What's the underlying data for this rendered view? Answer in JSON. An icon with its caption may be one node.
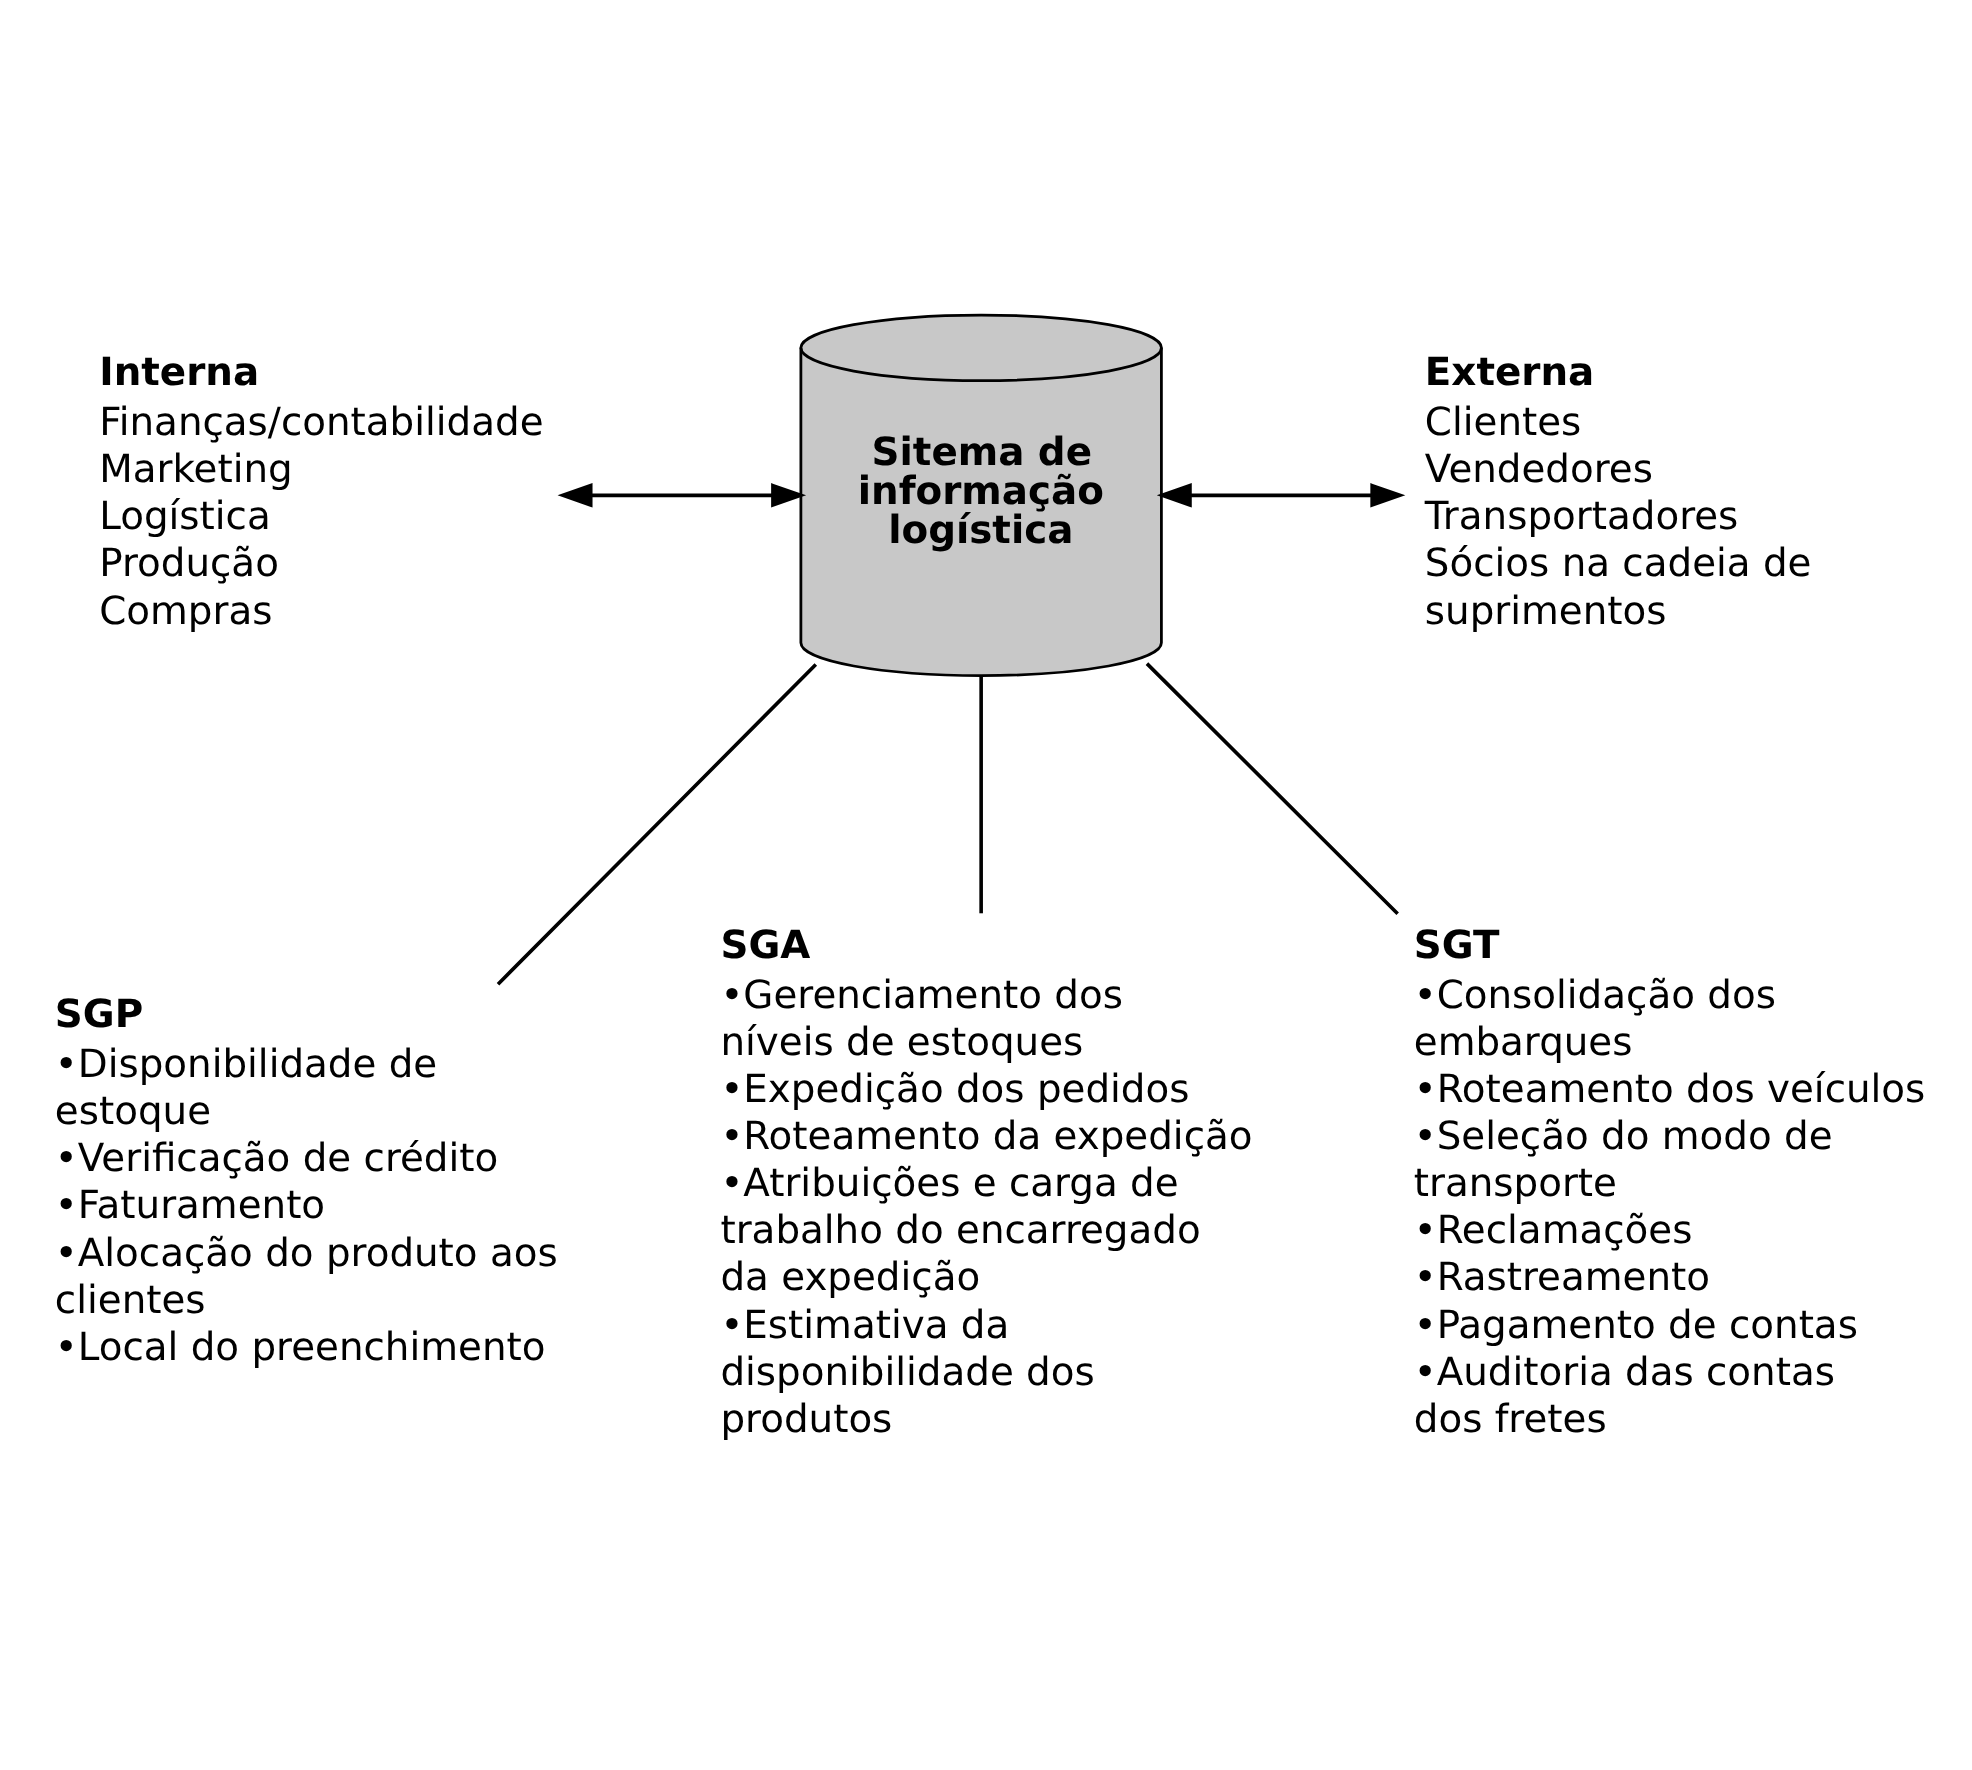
{
  "diagram": {
    "nodes": [
      {
        "text": [
          "Sitema de informação logística"
        ]
      },
      {
        "text": [
          "Interna",
          "Finanças/contabilidade",
          "Marketing",
          "Logística",
          "Produção",
          "Compras"
        ]
      },
      {
        "text": [
          "Externa",
          "Clientes",
          "Vendedores",
          "Transportadores",
          "Sócios na cadeia de suprimentos"
        ]
      },
      {
        "text": [
          "SGP",
          "•Disponibilidade de estoque",
          "•Verificação de crédito",
          "•Faturamento",
          "•Alocação do produto aos clientes",
          "•Local do preenchimento"
        ]
      },
      {
        "text": [
          "SGA",
          "•Gerenciamento dos níveis de estoques",
          "•Expedição dos pedidos",
          "•Roteamento da expedição",
          "•Atribuições e carga de trabalho do encarregado da expedição",
          "•Estimativa da disponibilidade dos produtos"
        ]
      },
      {
        "text": [
          "SGT",
          "•Consolidação dos embarques",
          "•Roteamento dos veículos",
          "•Seleção do modo de transporte",
          "•Reclamações",
          "•Rastreamento",
          "•Pagamento de contas",
          "•Auditoria das contas dos fretes"
        ]
      }
    ],
    "edges": [
      {
        "from": 1,
        "to": 0,
        "arrow": "both"
      },
      {
        "from": 0,
        "to": 2,
        "arrow": "both"
      },
      {
        "from": 0,
        "to": 3,
        "arrow": "none"
      },
      {
        "from": 0,
        "to": 4,
        "arrow": "none"
      },
      {
        "from": 0,
        "to": 5,
        "arrow": "none"
      }
    ]
  }
}
